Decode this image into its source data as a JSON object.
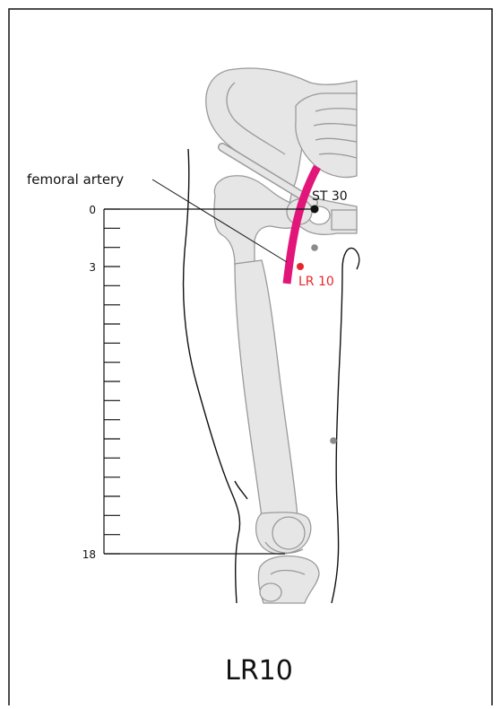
{
  "title": "LR10",
  "labels": {
    "femoral_artery": "femoral artery",
    "st30": "ST 30",
    "lr10": "LR 10"
  },
  "scale": {
    "ticks": [
      {
        "value": 0,
        "label": "0"
      },
      {
        "value": 3,
        "label": "3"
      },
      {
        "value": 18,
        "label": "18"
      }
    ],
    "max": 18
  },
  "colors": {
    "artery": "#e2157a",
    "point_highlight": "#e8262a",
    "point_reference": "#111111",
    "point_gray": "#8a8a8a",
    "bone_fill": "#e6e6e6",
    "bone_stroke": "#9a9a9a",
    "outline": "#111111"
  }
}
